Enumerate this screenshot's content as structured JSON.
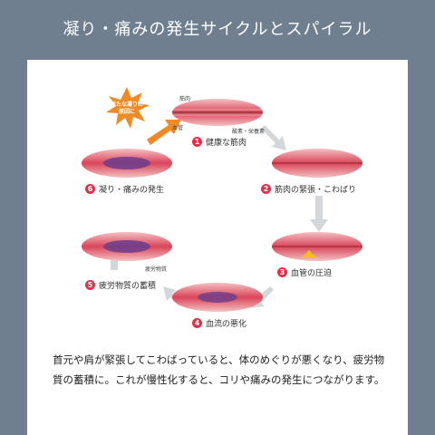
{
  "title": "凝り・痛みの発生サイクルとスパイラル",
  "burst_text": "新たな凝りの原因に",
  "annotations": {
    "kinniku": "筋肉",
    "kekkan": "血管",
    "sanso": "酸素・栄養素",
    "hiro": "疲労物質"
  },
  "stages": [
    {
      "num": "1",
      "label": "健康な筋肉"
    },
    {
      "num": "2",
      "label": "筋肉の緊張・こわばり"
    },
    {
      "num": "3",
      "label": "血管の圧迫"
    },
    {
      "num": "4",
      "label": "血流の悪化"
    },
    {
      "num": "5",
      "label": "疲労物質の蓄積"
    },
    {
      "num": "6",
      "label": "凝り・痛みの発生"
    }
  ],
  "caption": "首元や肩が緊張してこわばっていると、体のめぐりが悪くなり、疲労物質の蓄積に。これが慢性化すると、コリや痛みの発生につながります。",
  "colors": {
    "background": "#6f7f8f",
    "muscle": "#d9455a",
    "muscle_light": "#f2b5b8",
    "accent_red": "#e0314a",
    "arrow_gray": "#d4d7da",
    "arrow_orange": "#f08a24",
    "fatigue_purple": "#6a3d8c"
  }
}
